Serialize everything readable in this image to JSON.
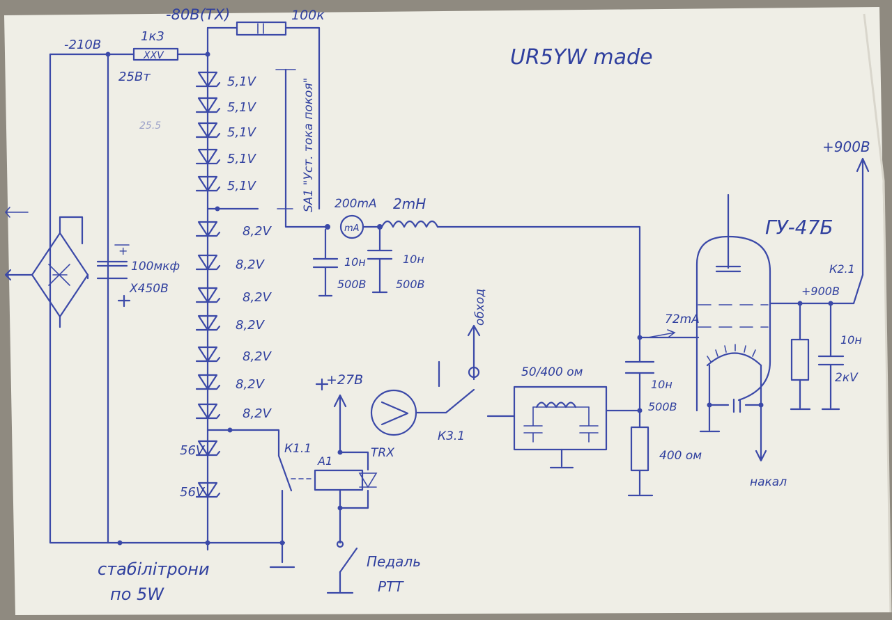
{
  "sheet": {
    "signature": "UR5YW made",
    "ink_color": "#2f3f9e",
    "paper_color": "#efeee6"
  },
  "labels": {
    "v_tx": "-80B(TX)",
    "r_100k": "100к",
    "v_210": "-210В",
    "r_1k3": "1к3",
    "r_1k3_marking": "XXV",
    "r_1k3_power": "25Вт",
    "pencil_note": "25.5",
    "switch_sa1": "SA1 \"Уст. тока покоя\"",
    "meter_current": "200mA",
    "meter_symbol": "mA",
    "choke": "2mH",
    "c1_value": "10н",
    "c1_voltage": "500В",
    "c2_value": "10н",
    "c2_voltage": "500В",
    "cap_main": "100мкф",
    "cap_main_voltage": "X450В",
    "cap_plus": "+",
    "idle_current": "72mA",
    "tube_name": "ГУ-47Б",
    "anode_supply_top": "+900В",
    "anode_supply_node": "+900В",
    "relay_k21": "К2.1",
    "anode_cap_value": "10н",
    "anode_cap_voltage": "2кV",
    "obhod": "обход",
    "relay_k31": "К3.1",
    "filter_label": "50/400 ом",
    "grid_cap_value": "10н",
    "grid_cap_voltage": "500В",
    "grid_resistor": "400 ом",
    "heater": "накал",
    "v_27": "+27В",
    "relay_a1": "А1",
    "trx": "TRX",
    "relay_k11": "К1.1",
    "pedal_1": "Педаль",
    "pedal_2": "PTT",
    "stabilitrons_1": "стабілітрони",
    "stabilitrons_2": "по 5W",
    "zener_labels": [
      "5,1V",
      "5,1V",
      "5,1V",
      "5,1V",
      "5,1V",
      "8,2V",
      "8,2V",
      "8,2V",
      "8,2V",
      "8,2V",
      "8,2V",
      "8,2V",
      "56V",
      "56V"
    ]
  }
}
